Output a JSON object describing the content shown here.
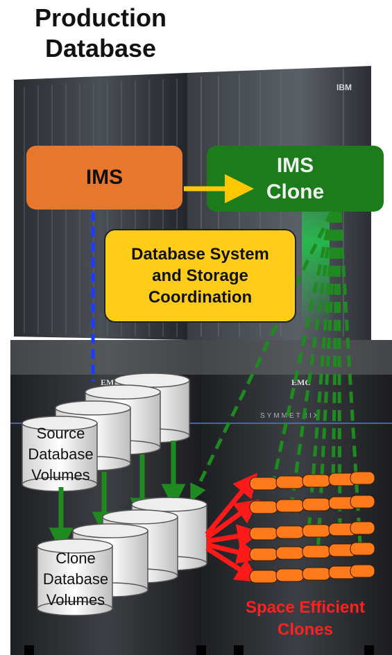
{
  "title": {
    "line1": "Production",
    "line2": "Database"
  },
  "ims_box": {
    "label": "IMS"
  },
  "clone_box": {
    "line1": "IMS",
    "line2": "Clone"
  },
  "coordination_box": {
    "line1": "Database System",
    "line2": "and Storage",
    "line3": "Coordination"
  },
  "source_volumes": {
    "line1": "Source",
    "line2": "Database",
    "line3": "Volumes"
  },
  "clone_volumes": {
    "line1": "Clone",
    "line2": "Database",
    "line3": "Volumes"
  },
  "space_efficient_clones": {
    "line1": "Space Efficient",
    "line2": "Clones"
  },
  "server_badge": "IBM",
  "storage_badges": [
    "EMC",
    "EMC"
  ],
  "storage_brand": "SYMMETRIX",
  "colors": {
    "ims_orange": "#e8772e",
    "clone_green": "#1c7c1c",
    "coordination_yellow": "#ffcc1a",
    "arrow_yellow": "#ffc800",
    "dashed_blue": "#1a3cff",
    "dashed_green": "#1f8a1f",
    "arrow_red": "#ff1a1a",
    "clone_disk_orange": "#ff7a1a"
  }
}
